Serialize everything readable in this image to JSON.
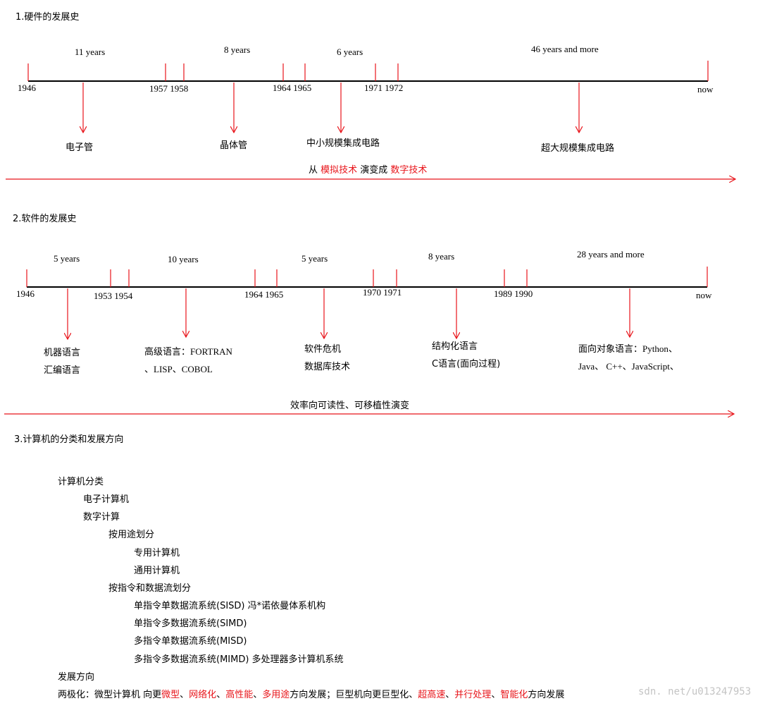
{
  "hardware": {
    "heading": "1.硬件的发展史",
    "spans": [
      "11 years",
      "8 years",
      "6 years",
      "46 years and more"
    ],
    "years": [
      "1946",
      "1957 1958",
      "1964 1965",
      "1971 1972",
      "now"
    ],
    "events": [
      "电子管",
      "晶体管",
      "中小规模集成电路",
      "超大规模集成电路"
    ],
    "caption": {
      "prefix": "从 ",
      "a": "模拟技术",
      "mid": " 演变成 ",
      "b": "数字技术"
    }
  },
  "software": {
    "heading": "2.软件的发展史",
    "spans": [
      "5 years",
      "10 years",
      "5 years",
      "8 years",
      "28 years and more"
    ],
    "years": [
      "1946",
      "1953 1954",
      "1964 1965",
      "1970 1971",
      "1989 1990",
      "now"
    ],
    "events": [
      {
        "line1": "机器语言",
        "line2": "汇编语言"
      },
      {
        "line1": "高级语言：FORTRAN",
        "line2": "、LISP、COBOL"
      },
      {
        "line1": "软件危机",
        "line2": "数据库技术"
      },
      {
        "line1": "结构化语言",
        "line2": "C语言(面向过程)"
      },
      {
        "line1": "面向对象语言：Python、",
        "line2": "Java、 C++、JavaScript、"
      }
    ],
    "caption": "效率向可读性、可移植性演变"
  },
  "classification": {
    "heading": "3.计算机的分类和发展方向",
    "items": [
      "计算机分类",
      "电子计算机",
      "数字计算",
      "按用途划分",
      "专用计算机",
      "通用计算机",
      "按指令和数据流划分",
      "单指令单数据流系统(SISD)  冯*诺依曼体系机构",
      "单指令多数据流系统(SIMD)",
      "多指令单数据流系统(MISD)",
      "多指令多数据流系统(MIMD) 多处理器多计算机系统",
      "发展方向"
    ],
    "direction": {
      "p1": "两极化：微型计算机 向更",
      "r1": "微型",
      "s1": "、",
      "r2": "网络化",
      "s2": "、",
      "r3": "高性能",
      "s3": "、",
      "r4": "多用途",
      "p2": "方向发展；巨型机向更巨型化、",
      "r5": "超高速",
      "s5": "、",
      "r6": "并行处理",
      "s6": "、",
      "r7": "智能化",
      "p3": "方向发展"
    }
  },
  "watermark": "sdn. net/u013247953",
  "colors": {
    "accent_red": "#e8141a",
    "line": "#000000"
  }
}
